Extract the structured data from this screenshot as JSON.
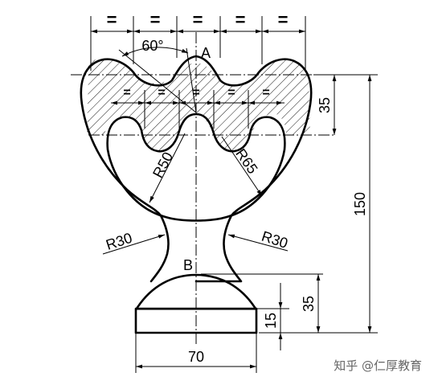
{
  "drawing": {
    "equal_marks_top": [
      "=",
      "=",
      "=",
      "=",
      "="
    ],
    "equal_marks_inner": [
      "=",
      "=",
      "=",
      "=",
      "="
    ],
    "angle_label": "60°",
    "point_a_label": "A",
    "point_b_label": "B",
    "dim_top_35": "35",
    "dim_height_150": "150",
    "dim_r50": "R50",
    "dim_r65": "R65",
    "dim_r30_left": "R30",
    "dim_r30_right": "R30",
    "dim_base_35": "35",
    "dim_base_15": "15",
    "dim_width_70": "70"
  },
  "watermark": {
    "text": "知乎 @仁厚教育"
  }
}
